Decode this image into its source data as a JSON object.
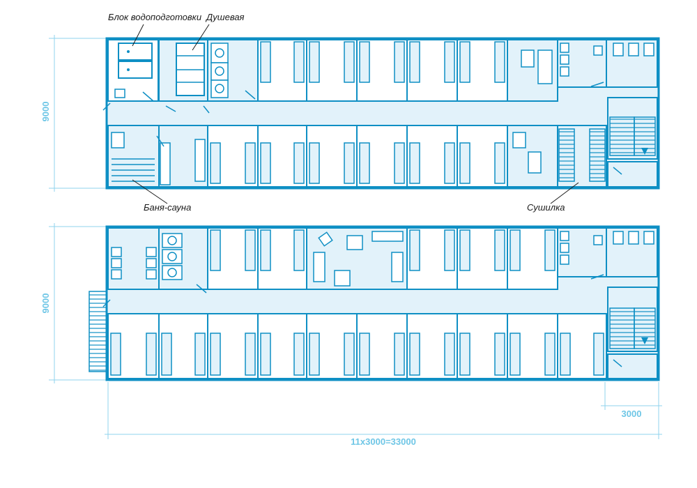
{
  "labels": {
    "water": "Блок водоподготовки",
    "shower": "Душевая",
    "sauna": "Баня-сауна",
    "dryer": "Сушилка"
  },
  "dims": {
    "height_top": "9000",
    "height_bottom": "9000",
    "module": "3000",
    "total": "11x3000=33000"
  },
  "colors": {
    "wall": "#0e8fc4",
    "fill": "#e2f2fa",
    "furniture": "#0e8fc4",
    "dimension": "#6ec6e6"
  }
}
